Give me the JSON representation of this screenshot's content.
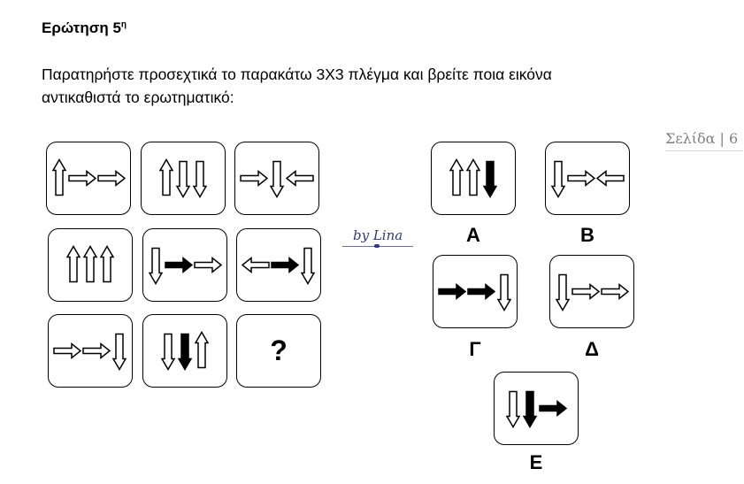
{
  "question": {
    "title": "Ερώτηση 5",
    "title_sup": "η",
    "line1": "Παρατηρήστε προσεχτικά το παρακάτω 3Χ3 πλέγμα και βρείτε ποια εικόνα",
    "line2": "αντικαθιστά το ερωτηματικό:"
  },
  "page_label": "Σελίδα | 6",
  "logo_text": "by Lina",
  "grid": [
    [
      "up-outline",
      "right-outline",
      "right-outline"
    ],
    [
      "up-outline",
      "down-outline",
      "down-outline"
    ],
    [
      "right-outline",
      "down-outline",
      "left-outline"
    ],
    [
      "up-outline",
      "up-outline",
      "up-outline"
    ],
    [
      "down-outline",
      "right-filled",
      "right-outline"
    ],
    [
      "left-outline",
      "right-filled",
      "down-outline"
    ],
    [
      "right-outline",
      "right-outline",
      "down-outline"
    ],
    [
      "down-outline",
      "down-filled",
      "up-outline"
    ]
  ],
  "missing_symbol": "?",
  "options": [
    {
      "label": "A",
      "arrows": [
        "up-outline",
        "up-outline",
        "down-filled"
      ]
    },
    {
      "label": "B",
      "arrows": [
        "down-outline",
        "right-outline",
        "left-outline"
      ]
    },
    {
      "label": "Γ",
      "arrows": [
        "right-filled",
        "right-filled",
        "down-outline"
      ]
    },
    {
      "label": "Δ",
      "arrows": [
        "down-outline",
        "right-outline",
        "right-outline"
      ]
    },
    {
      "label": "E",
      "arrows": [
        "down-outline",
        "down-filled",
        "right-filled"
      ]
    }
  ]
}
